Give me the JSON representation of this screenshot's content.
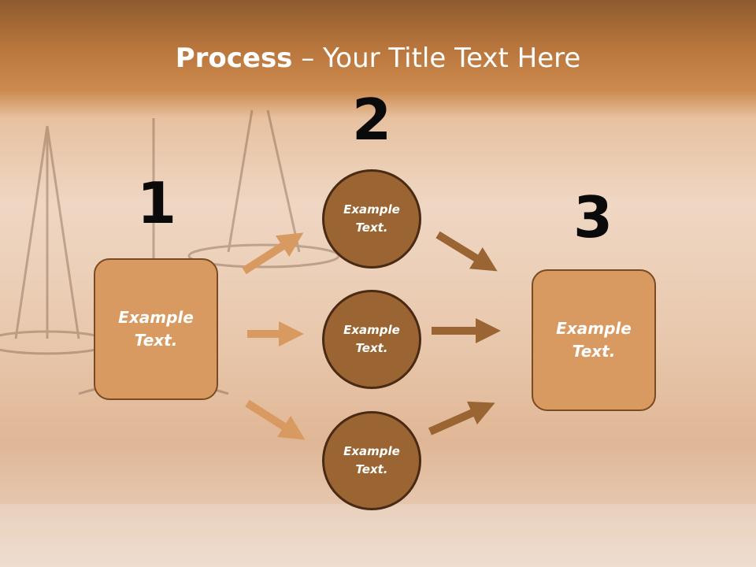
{
  "slide": {
    "title_bold": "Process",
    "title_rest": " – Your Title Text Here"
  },
  "steps": {
    "step1": {
      "number": "1",
      "text": "Example\nText."
    },
    "step2": {
      "number": "2",
      "circles": [
        {
          "text": "Example\nText."
        },
        {
          "text": "Example\nText."
        },
        {
          "text": "Example\nText."
        }
      ]
    },
    "step3": {
      "number": "3",
      "text": "Example\nText."
    }
  },
  "colors": {
    "header": "#b8763d",
    "box_fill": "#d99a62",
    "box_border": "#7a4a22",
    "circle_fill": "#9a6533",
    "circle_border": "#4a2a14",
    "arrow_light": "#d99a62",
    "arrow_dark": "#9a6533"
  }
}
